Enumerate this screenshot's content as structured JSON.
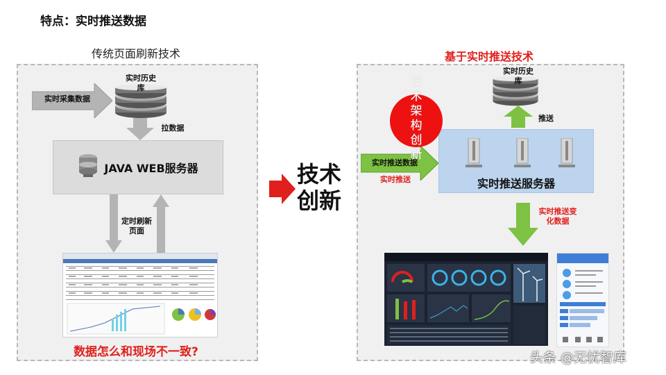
{
  "title": "特点：实时推送数据",
  "left": {
    "caption": "传统页面刷新技术",
    "db_label": "实时历史库",
    "collect_label": "实时采集数据",
    "pull_label": "拉数据",
    "server_label": "JAVA WEB服务器",
    "refresh_label": "定时刷新页面",
    "question": "数据怎么和现场不一致?"
  },
  "center": {
    "label_line1": "技术",
    "label_line2": "创新"
  },
  "right": {
    "caption": "基于实时推送技术",
    "db_label": "实时历史库",
    "push_label": "推送",
    "collect_label": "实时推送数据",
    "collect_red": "实时推送",
    "badge_text": "技术架构创新",
    "server_label": "实时推送服务器",
    "change_label": "实时推送变化数据"
  },
  "watermark": "头条 @无忧智库",
  "colors": {
    "red": "#e0201c",
    "green": "#7dc242",
    "gray": "#b4b4b4",
    "server_blue": "#bcd4ee",
    "panel": "#f0f0f0"
  }
}
